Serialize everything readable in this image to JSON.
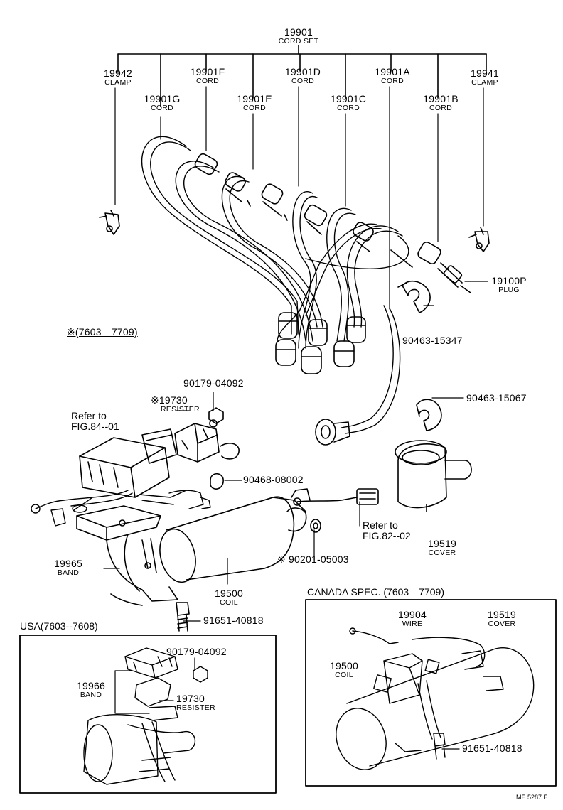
{
  "parts": {
    "cord_set": {
      "num": "19901",
      "name": "CORD SET"
    },
    "clamp_left": {
      "num": "19942",
      "name": "CLAMP"
    },
    "cord_f": {
      "num": "19901F",
      "name": "CORD"
    },
    "cord_g": {
      "num": "19901G",
      "name": "CORD"
    },
    "cord_e": {
      "num": "19901E",
      "name": "CORD"
    },
    "cord_d": {
      "num": "19901D",
      "name": "CORD"
    },
    "cord_c": {
      "num": "19901C",
      "name": "CORD"
    },
    "cord_a": {
      "num": "19901A",
      "name": "CORD"
    },
    "cord_b": {
      "num": "19901B",
      "name": "CORD"
    },
    "clamp_right": {
      "num": "19941",
      "name": "CLAMP"
    },
    "plug": {
      "num": "19100P",
      "name": "PLUG"
    },
    "clip_15347": {
      "num": "90463-15347"
    },
    "clip_15067": {
      "num": "90463-15067"
    },
    "nut_top": {
      "num": "90179-04092"
    },
    "resister_top": {
      "num": "※19730",
      "name": "RESISTER"
    },
    "grommet": {
      "num": "90468-08002"
    },
    "cover_main": {
      "num": "19519",
      "name": "COVER"
    },
    "washer": {
      "num": "※ 90201-05003"
    },
    "band_main": {
      "num": "19965",
      "name": "BAND"
    },
    "coil_main": {
      "num": "19500",
      "name": "COIL"
    },
    "bolt_main": {
      "num": "91651-40818"
    },
    "nut_usa": {
      "num": "90179-04092"
    },
    "band_usa": {
      "num": "19966",
      "name": "BAND"
    },
    "resister_usa": {
      "num": "19730",
      "name": "RESISTER"
    },
    "wire_canada": {
      "num": "19904",
      "name": "WIRE"
    },
    "cover_canada": {
      "num": "19519",
      "name": "COVER"
    },
    "coil_canada": {
      "num": "19500",
      "name": "COIL"
    },
    "bolt_canada": {
      "num": "91651-40818"
    }
  },
  "refs": {
    "fig84_line1": "Refer to",
    "fig84_line2": "FIG.84--01",
    "fig82_line1": "Refer to",
    "fig82_line2": "FIG.82--02"
  },
  "notes": {
    "date_range": "※(7603—7709)",
    "usa": "USA(7603--7608)",
    "canada": "CANADA SPEC. (7603—7709)",
    "code": "ME 5287 E"
  }
}
